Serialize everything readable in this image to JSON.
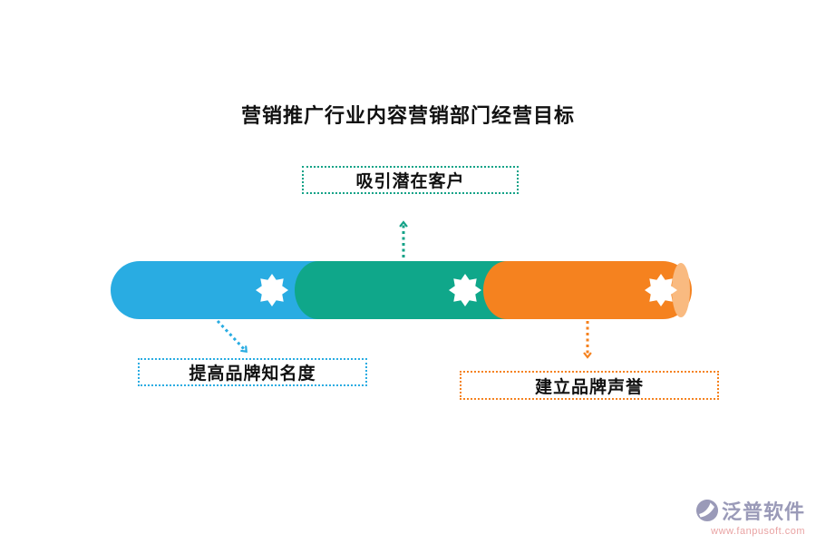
{
  "title": "营销推广行业内容营销部门经营目标",
  "bar": {
    "segments": [
      {
        "name": "awareness-segment",
        "color": "#29ACE2"
      },
      {
        "name": "attract-segment",
        "color": "#0FA78A"
      },
      {
        "name": "reputation-segment",
        "color": "#F5821F"
      }
    ],
    "end_cap_color": "#F9BA80",
    "star_icon": "8-point-star",
    "star_color": "#ffffff"
  },
  "goals": [
    {
      "label": "吸引潜在客户",
      "accent": "#12A287",
      "position": "top"
    },
    {
      "label": "提高品牌知名度",
      "accent": "#29ACE2",
      "position": "bottom-left"
    },
    {
      "label": "建立品牌声誉",
      "accent": "#F5821F",
      "position": "bottom-right"
    }
  ],
  "logo": {
    "name": "泛普软件",
    "url": "www.fanpusoft.com",
    "icon": "fanpu-swirl-badge",
    "text_color": "#9A9AB8",
    "url_color": "#E9A3A3"
  }
}
